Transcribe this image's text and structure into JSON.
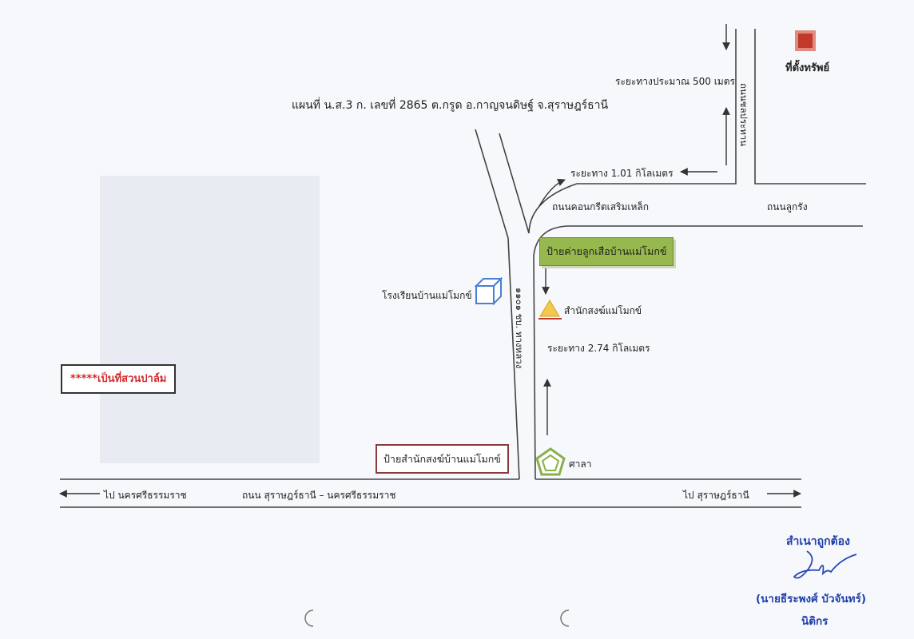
{
  "title": "แผนที่ น.ส.3 ก. เลขที่ 2865 ต.กรูด อ.กาญจนดิษฐ์ จ.สุราษฎร์ธานี",
  "property": {
    "label": "ที่ตั้งทรัพย์",
    "color": "#c0392b"
  },
  "distances": {
    "top": "ระยะทางประมาณ 500 เมตร",
    "middle": "ระยะทาง 1.01 กิโลเมตร",
    "lower": "ระยะทาง 2.74 กิโลเมตร"
  },
  "roads": {
    "vertical_right": "ถนนชลประทาน",
    "concrete": "ถนนคอนกรีตเสริมเหล็ก",
    "luk_rung": "ถนนลูกรัง",
    "main_vertical": "๑๑๐๑ ชบ. ทางหลวง",
    "highway": "ถนน สุราษฎร์ธานี – นครศรีธรรมราช",
    "to_nakhon": "ไป นครศรีธรรมราช",
    "to_surat": "ไป สุราษฎร์ธานี"
  },
  "landmarks": {
    "school": "โรงเรียนบ้านแม่โมกข์",
    "scout_camp_sign": "ป้ายค่ายลูกเสือบ้านแม่โมกข์",
    "monastery": "สำนักสงฆ์แม่โมกข์",
    "monastery_sign": "ป้ายสำนักสงฆ์บ้านแม่โมกข์",
    "pavilion": "ศาลา"
  },
  "note": "*****เป็นที่สวนปาล์ม",
  "certification": {
    "heading": "สำเนาถูกต้อง",
    "name": "(นายธีระพงศ์  บัวจันทร์)",
    "position": "นิติกร",
    "signature": "ธีระพงศ์"
  }
}
